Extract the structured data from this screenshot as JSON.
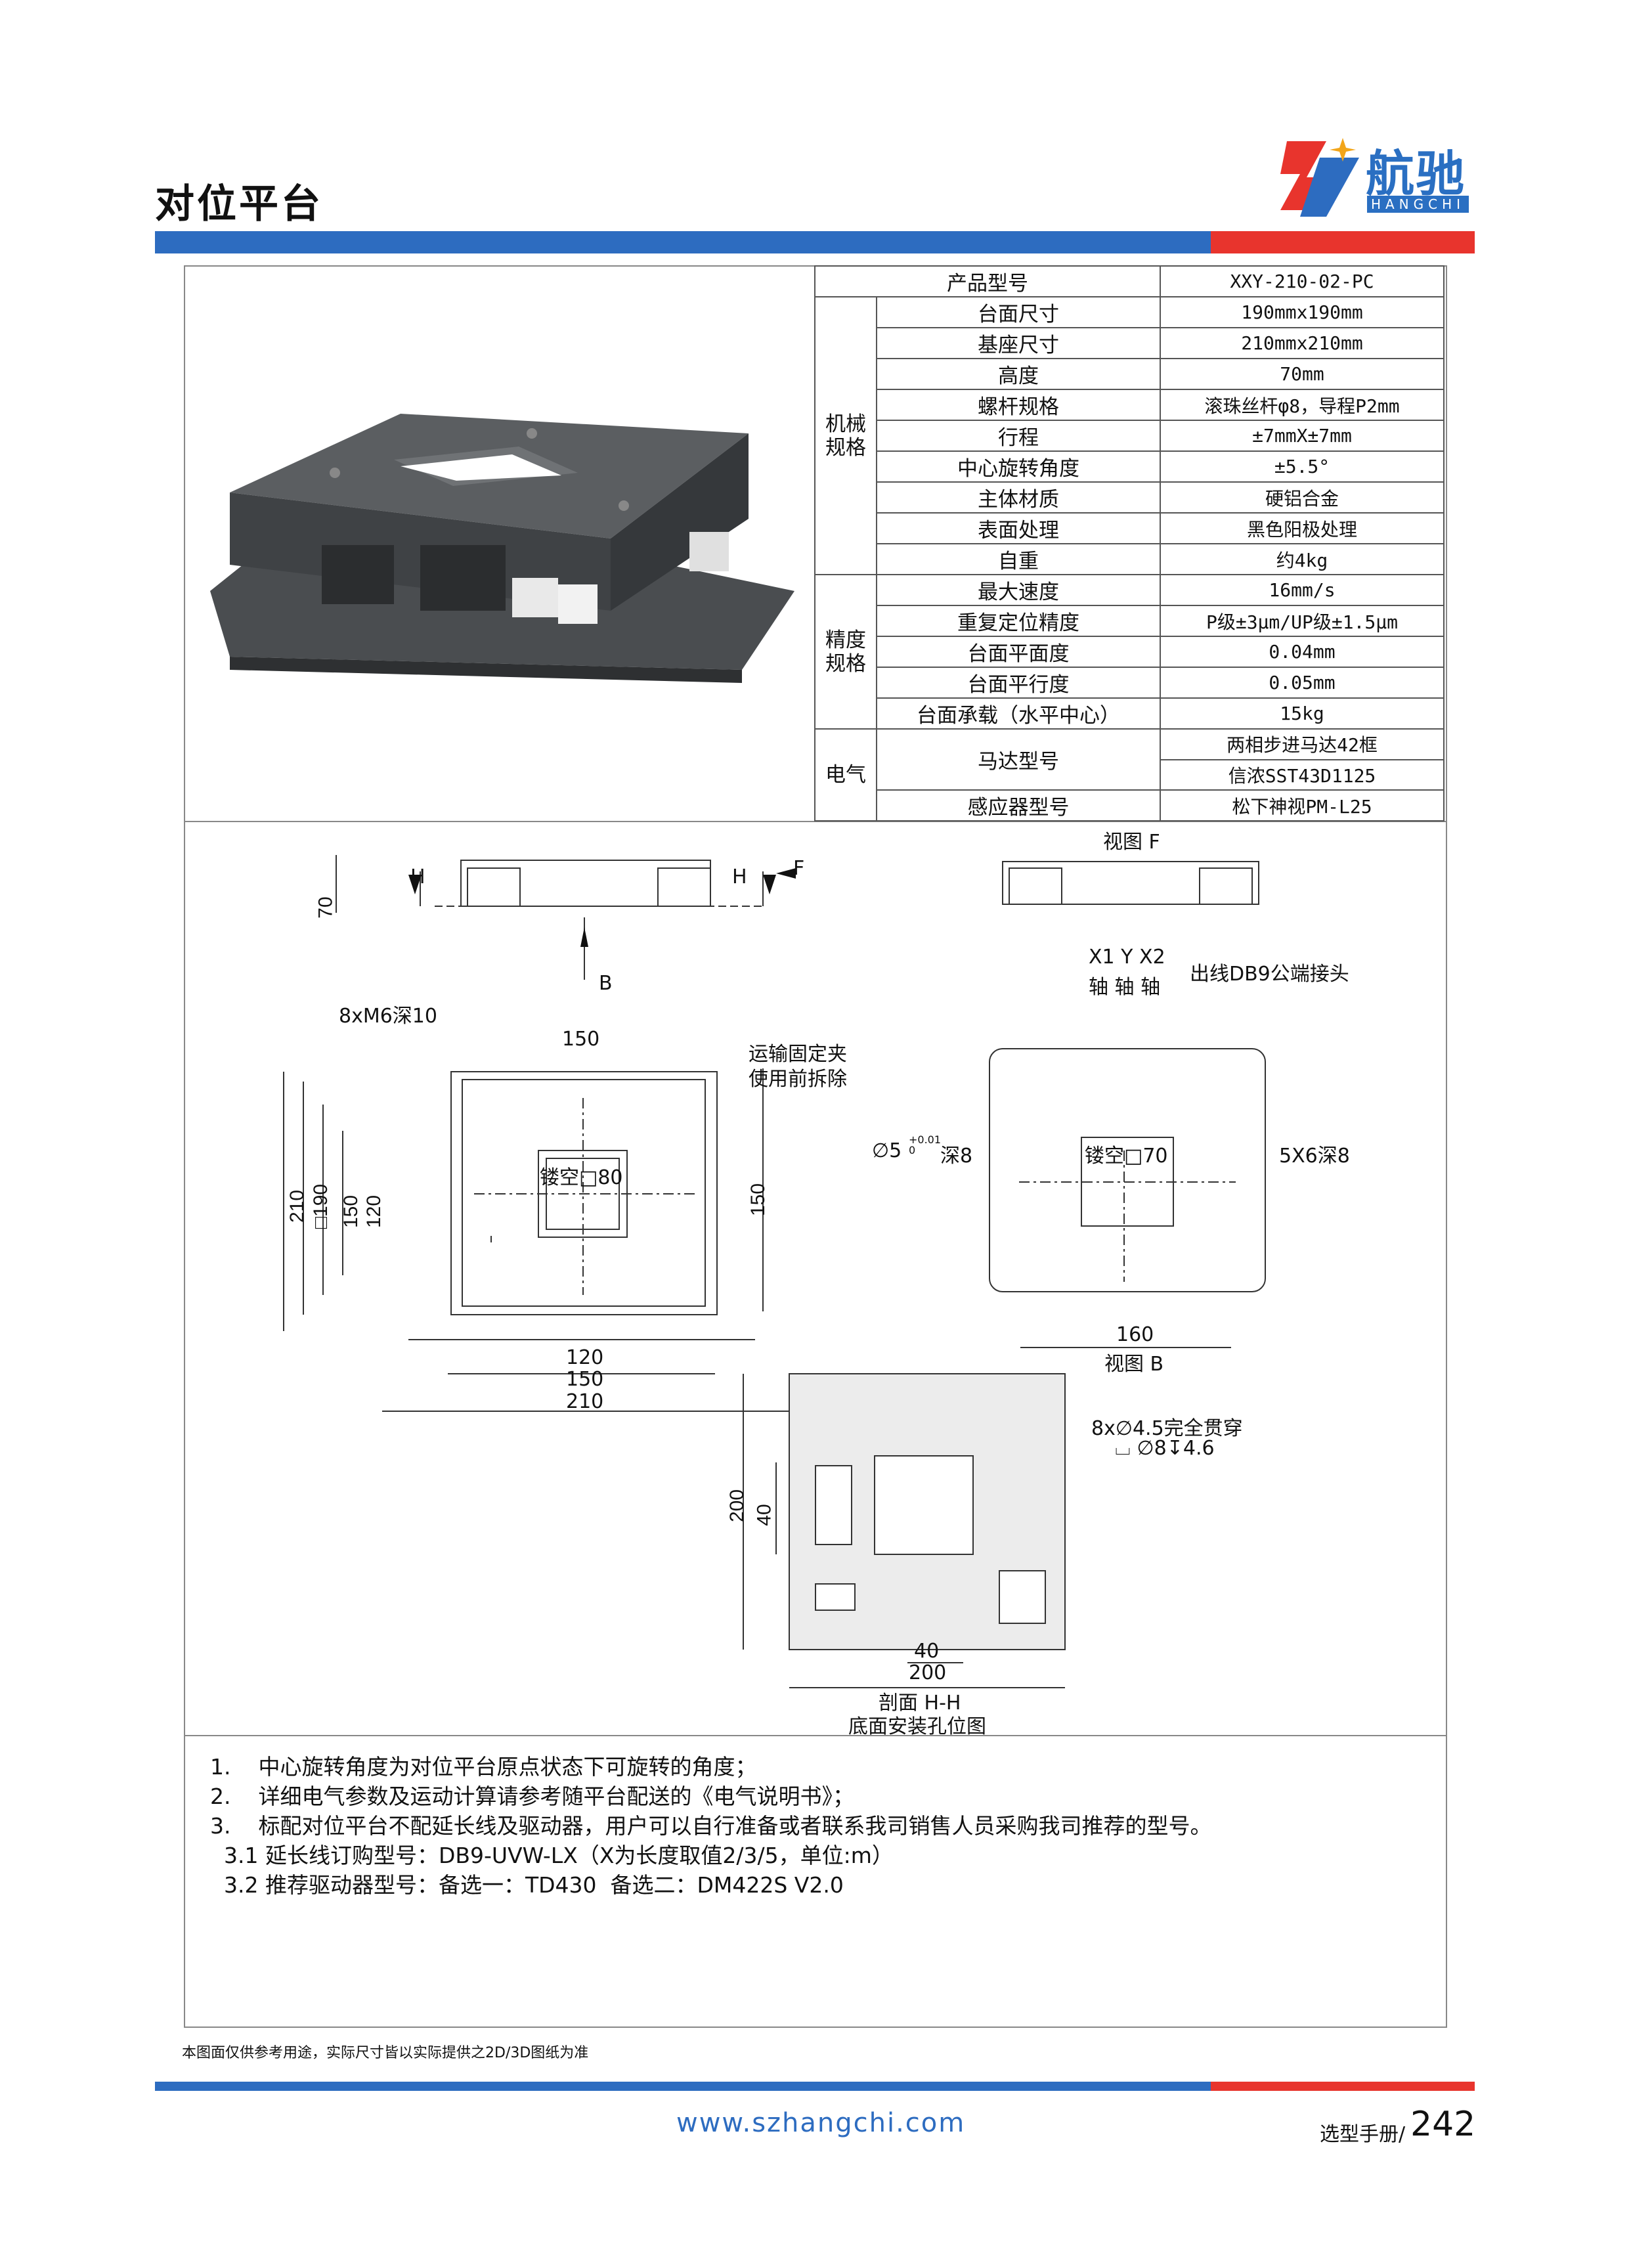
{
  "header": {
    "title": "对位平台",
    "brand": "航驰",
    "brand_sub": "HANGCHI"
  },
  "spec_table": {
    "header_key": "产品型号",
    "header_value": "XXY-210-02-PC",
    "groups": [
      {
        "name": "机械\n规格",
        "rows": [
          {
            "key": "台面尺寸",
            "value": "190mmx190mm"
          },
          {
            "key": "基座尺寸",
            "value": "210mmx210mm"
          },
          {
            "key": "高度",
            "value": "70mm"
          },
          {
            "key": "螺杆规格",
            "value": "滚珠丝杆φ8，导程P2mm"
          },
          {
            "key": "行程",
            "value": "±7mmX±7mm"
          },
          {
            "key": "中心旋转角度",
            "value": "±5.5°"
          },
          {
            "key": "主体材质",
            "value": "硬铝合金"
          },
          {
            "key": "表面处理",
            "value": "黑色阳极处理"
          },
          {
            "key": "自重",
            "value": "约4kg"
          }
        ]
      },
      {
        "name": "精度\n规格",
        "rows": [
          {
            "key": "最大速度",
            "value": "16mm/s"
          },
          {
            "key": "重复定位精度",
            "value": "P级±3μm/UP级±1.5μm"
          },
          {
            "key": "台面平面度",
            "value": "0.04mm"
          },
          {
            "key": "台面平行度",
            "value": "0.05mm"
          },
          {
            "key": "台面承载（水平中心）",
            "value": "15kg"
          }
        ]
      },
      {
        "name": "电气",
        "motor_key": "马达型号",
        "motor_values": [
          "两相步进马达42框",
          "信浓SST43D1125"
        ],
        "sensor_key": "感应器型号",
        "sensor_value": "松下神视PM-L25"
      }
    ]
  },
  "drawing_labels": {
    "view_f": "视图 F",
    "h": "H",
    "f": "F",
    "b": "B",
    "d70": "70",
    "x1_axis": "X1  Y  X2",
    "axis_row": "轴  轴  轴",
    "db9": "出线DB9公端接头",
    "m6": "8xM6深10",
    "transport1": "运输固定夹",
    "transport2": "使用前拆除",
    "d150": "150",
    "d120": "120",
    "d210": "210",
    "d190": "□190",
    "hollow80": "镂空□80",
    "hollow70": "镂空□70",
    "phi5": "∅5",
    "phi5_tol": "+0.01\n0",
    "deep8": "深8",
    "m5x6": "5X6深8",
    "d160": "160",
    "view_b": "视图 B",
    "hole45": "8x∅4.5完全贯穿",
    "cbore": "⌴ ∅8↧4.6",
    "d200": "200",
    "d40": "40",
    "section": "剖面 H-H",
    "bottom_holes": "底面安装孔位图"
  },
  "notes": [
    "1.    中心旋转角度为对位平台原点状态下可旋转的角度；",
    "2.    详细电气参数及运动计算请参考随平台配送的《电气说明书》；",
    "3.    标配对位平台不配延长线及驱动器，用户可以自行准备或者联系我司销售人员采购我司推荐的型号。",
    "  3.1 延长线订购型号：DB9-UVW-LX（X为长度取值2/3/5，单位:m）",
    "  3.2 推荐驱动器型号：备选一：TD430  备选二：DM422S V2.0"
  ],
  "footer": {
    "disclaimer": "本图面仅供参考用途，实际尺寸皆以实际提供之2D/3D图纸为准",
    "url": "www.szhangchi.com",
    "page_label": "选型手册/",
    "page_num": "242"
  },
  "colors": {
    "brand_blue": "#2d6cc0",
    "brand_red": "#e8342d"
  }
}
